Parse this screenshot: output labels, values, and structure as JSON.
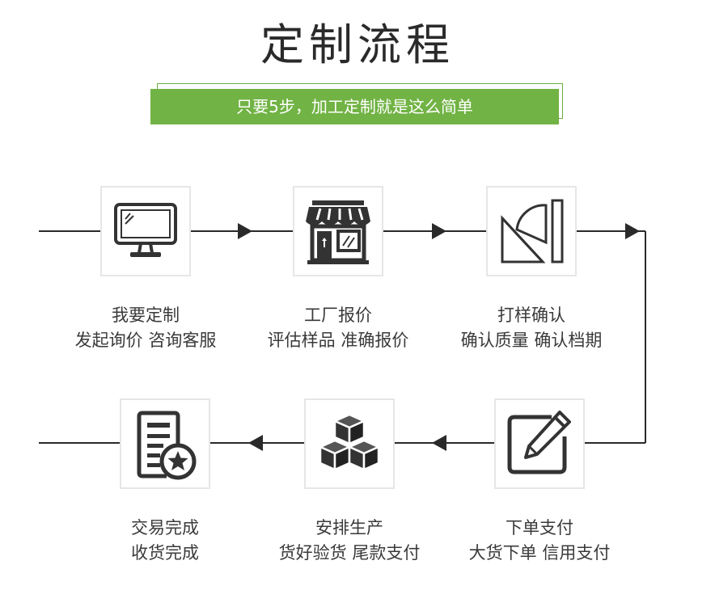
{
  "header": {
    "title": "定制流程",
    "subtitle": "只要5步，加工定制就是这么简单"
  },
  "steps": [
    {
      "title": "我要定制",
      "detail": "发起询价  咨询客服",
      "icon": "monitor-icon"
    },
    {
      "title": "工厂报价",
      "detail": "评估样品  准确报价",
      "icon": "storefront-icon"
    },
    {
      "title": "打样确认",
      "detail": "确认质量  确认档期",
      "icon": "sample-shapes-icon"
    },
    {
      "title": "下单支付",
      "detail": "大货下单  信用支付",
      "icon": "edit-pencil-icon"
    },
    {
      "title": "安排生产",
      "detail": "货好验货  尾款支付",
      "icon": "boxes-icon"
    },
    {
      "title": "交易完成",
      "detail": "收货完成",
      "icon": "document-star-icon"
    }
  ],
  "colors": {
    "accent_green": "#71b344",
    "line": "#2a2a2a",
    "text": "#3a3a3a",
    "box_border": "#e6e6e6"
  }
}
